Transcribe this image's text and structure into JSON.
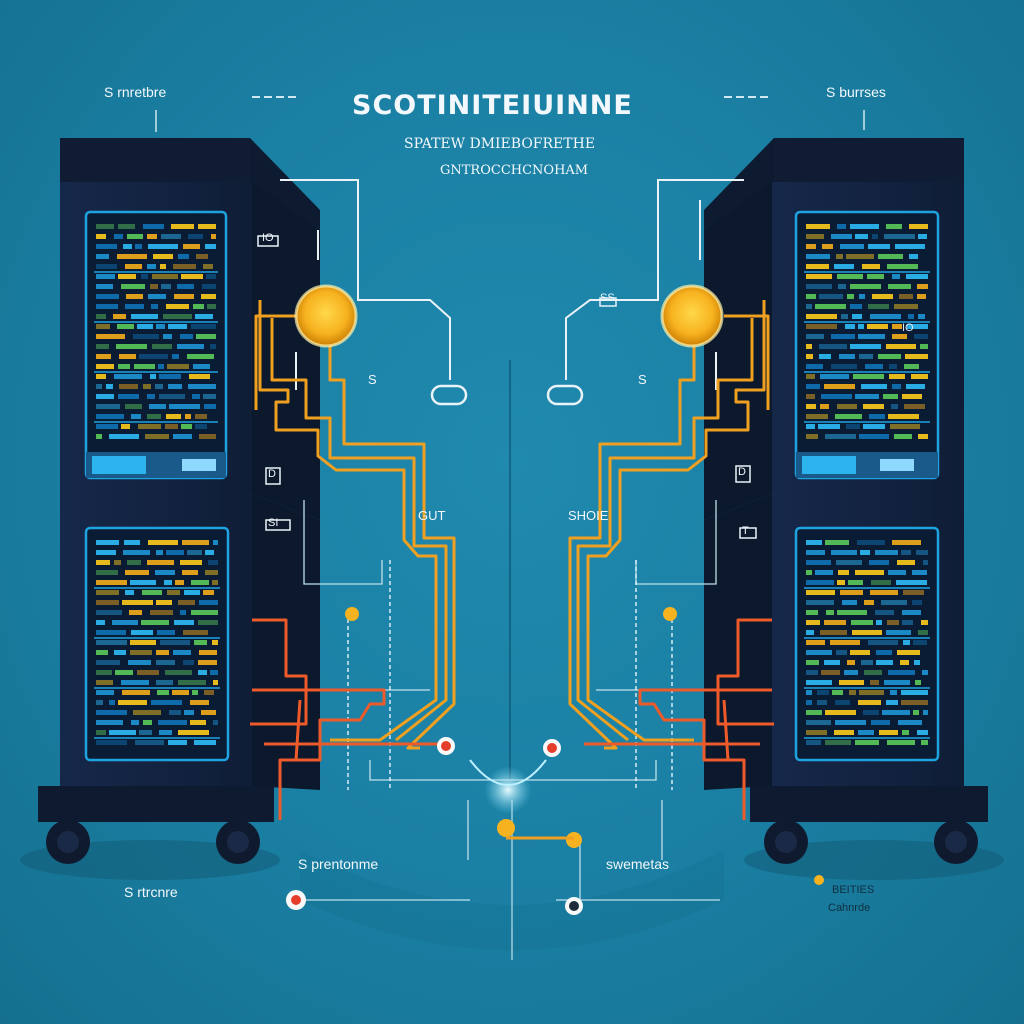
{
  "header": {
    "title": "SCOTINITEIUINNE",
    "subtitle_line1": "SPATEW DMIEBOFRETHE",
    "subtitle_line2": "GNTROCCHCNOHAM"
  },
  "corner_labels": {
    "top_left": "S rnretbre",
    "top_right": "S burrses",
    "bottom_left": "S rtrcnre",
    "bottom_right_line1": "BEITIES",
    "bottom_right_line2": "Cahnrde"
  },
  "center_labels": {
    "left_mid": "GUT",
    "right_mid": "SHOIE",
    "bottom_left": "S prentonme",
    "bottom_right": "swemetas",
    "tag_left": "S",
    "tag_right": "S"
  },
  "tag_labels": {
    "left_1": "IO",
    "left_2": "D",
    "left_3": "SI",
    "right_1": "SS",
    "right_2": "D",
    "right_3": "T",
    "rack_right_num": "IO"
  },
  "colors": {
    "background": "#1c7fa2",
    "rack_body": "#14243d",
    "rack_side": "#0d1b30",
    "screen": "#0b1e3a",
    "screen_border": "#1ea3e0",
    "wire_orange": "#f0a020",
    "wire_red": "#ee5a2a",
    "wire_white": "#e8f2f7",
    "node_yellow": "#f7b21f"
  }
}
